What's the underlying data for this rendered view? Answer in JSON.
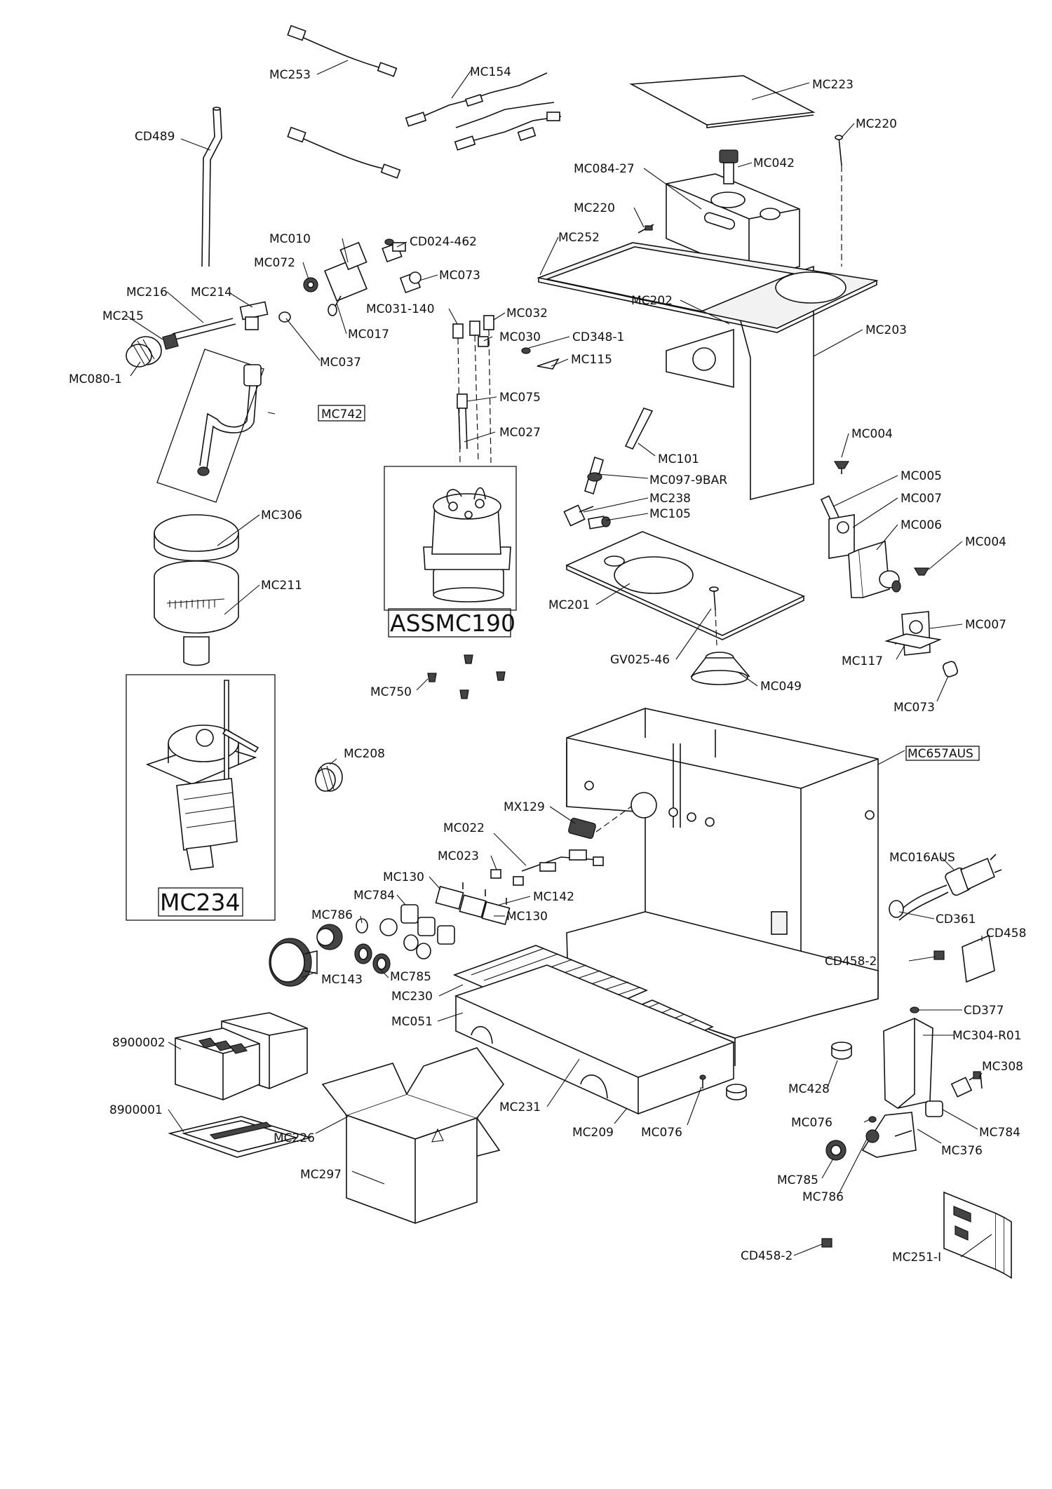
{
  "labels": {
    "mc253": "MC253",
    "mc154": "MC154",
    "mc223": "MC223",
    "mc220a": "MC220",
    "cd489": "CD489",
    "mc042": "MC042",
    "mc084": "MC084-27",
    "mc220b": "MC220",
    "mc252": "MC252",
    "mc010": "MC010",
    "cd024": "CD024-462",
    "mc072": "MC072",
    "mc073a": "MC073",
    "mc216": "MC216",
    "mc214": "MC214",
    "mc215": "MC215",
    "mc031": "MC031-140",
    "mc032": "MC032",
    "mc202": "MC202",
    "mc203": "MC203",
    "mc017": "MC017",
    "mc030": "MC030",
    "cd348": "CD348-1",
    "mc037": "MC037",
    "mc115": "MC115",
    "mc080": "MC080-1",
    "mc075": "MC075",
    "mc742": "MC742",
    "mc027": "MC027",
    "mc004a": "MC004",
    "mc101": "MC101",
    "mc005": "MC005",
    "mc097": "MC097-9BAR",
    "mc238": "MC238",
    "mc007a": "MC007",
    "mc105": "MC105",
    "mc306": "MC306",
    "mc006": "MC006",
    "mc004b": "MC004",
    "mc211": "MC211",
    "mc201": "MC201",
    "assmc190": "ASSMC190",
    "mc007b": "MC007",
    "gv025": "GV025-46",
    "mc117": "MC117",
    "mc049": "MC049",
    "mc750": "MC750",
    "mc073b": "MC073",
    "mc657": "MC657AUS",
    "mc208": "MC208",
    "mx129": "MX129",
    "mc022": "MC022",
    "mc023": "MC023",
    "mc016": "MC016AUS",
    "mc130a": "MC130",
    "mc784a": "MC784",
    "mc142": "MC142",
    "mc234": "MC234",
    "mc786a": "MC786",
    "mc130b": "MC130",
    "cd361": "CD361",
    "cd458": "CD458",
    "cd458_2a": "CD458-2",
    "mc143": "MC143",
    "mc785a": "MC785",
    "mc230": "MC230",
    "mc051": "MC051",
    "cd377": "CD377",
    "mc304": "MC304-R01",
    "p8900002": "8900002",
    "mc308": "MC308",
    "mc428": "MC428",
    "mc231": "MC231",
    "p8900001": "8900001",
    "mc076a": "MC076",
    "mc784b": "MC784",
    "mc226": "MC226",
    "mc209": "MC209",
    "mc076b": "MC076",
    "mc376": "MC376",
    "mc297": "MC297",
    "mc785b": "MC785",
    "mc786b": "MC786",
    "cd458_2b": "CD458-2",
    "mc251": "MC251-I"
  },
  "colors": {
    "line": "#111111",
    "background": "#ffffff"
  }
}
